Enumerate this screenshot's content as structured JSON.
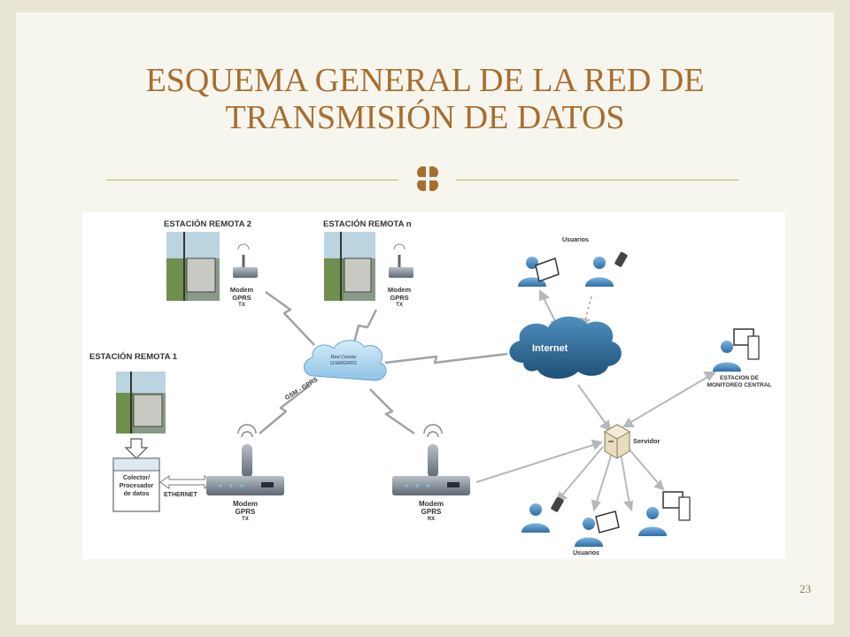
{
  "slide": {
    "title_line1": "ESQUEMA GENERAL DE LA RED DE",
    "title_line2": "TRANSMISIÓN DE DATOS",
    "page_number": "23"
  },
  "diagram": {
    "remote_station_2": "ESTACIÓN REMOTA 2",
    "remote_station_n": "ESTACIÓN REMOTA n",
    "remote_station_1": "ESTACIÓN REMOTA 1",
    "modem_label": "Modem",
    "gprs_label": "GPRS",
    "tx_label": "TX",
    "rx_label": "RX",
    "collector_line1": "Colector/",
    "collector_line2": "Procesador",
    "collector_line3": "de datos",
    "ethernet": "ETHERNET",
    "gsm_gprs": "GSM - GPRS",
    "cellular_line1": "Red Celular",
    "cellular_line2": "GSM/GPRS",
    "internet": "Internet",
    "server": "Servidor",
    "users_top": "Usuarios",
    "users_bottom": "Usuarios",
    "monitoring_line1": "ESTACION DE",
    "monitoring_line2": "MONITOREO CENTRAL"
  },
  "colors": {
    "title": "#a86e2f",
    "cloud": "#2f6e9a",
    "person": "#4a8ac0",
    "link": "#9ea3a8"
  }
}
